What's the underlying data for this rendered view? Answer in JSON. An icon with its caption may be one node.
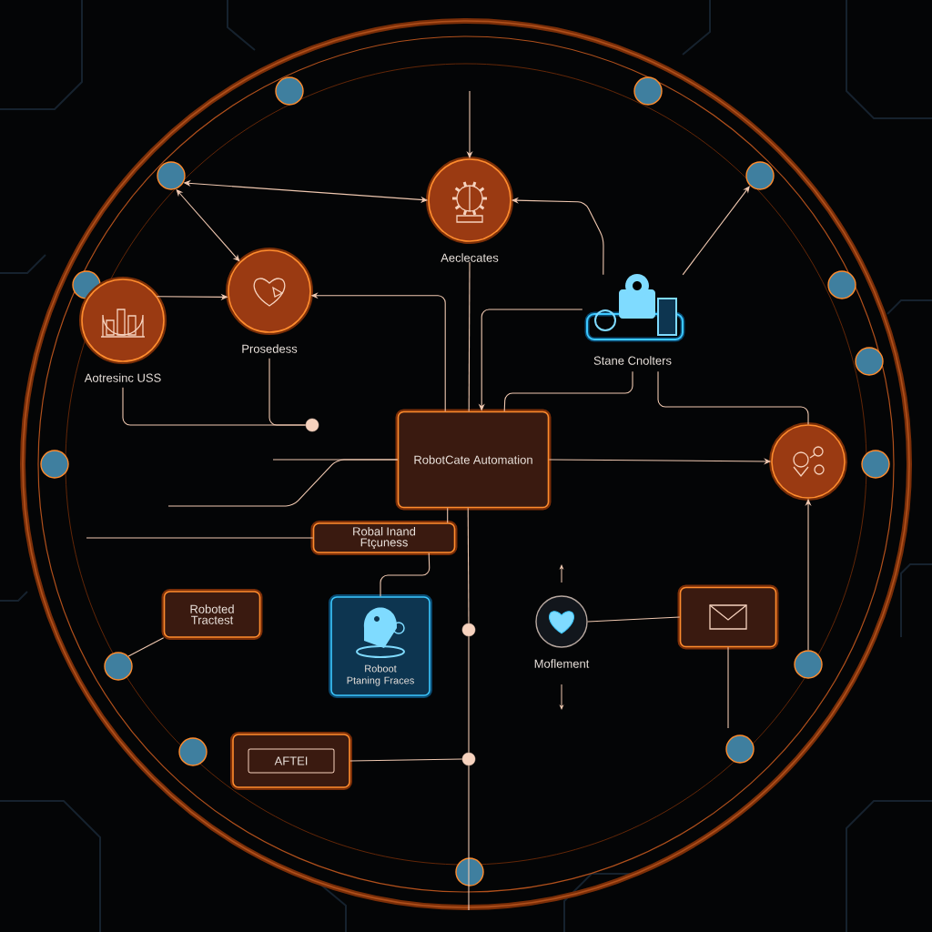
{
  "diagram": {
    "nodes": [
      {
        "text": [
          "Aeclecates"
        ]
      },
      {
        "text": [
          "Prosedess"
        ]
      },
      {
        "text": [
          "Aotresinc USS"
        ]
      },
      {
        "text": [
          "Stane Cnolters"
        ]
      },
      {
        "text": [
          "RobotCate Automation"
        ]
      },
      {
        "text": [],
        "shape": "circle"
      },
      {
        "text": [
          "Robal Inand Ftçuness"
        ]
      },
      {
        "text": [
          "Roboted Tractest"
        ]
      },
      {
        "text": [
          "Roboot Ptaning Fraces"
        ]
      },
      {
        "text": [
          "Moflement"
        ]
      },
      {
        "text": [],
        "shape": "box"
      },
      {
        "text": [
          "AFTEI"
        ]
      },
      {
        "text": [],
        "shape": "circle"
      },
      {
        "text": [],
        "shape": "circle"
      },
      {
        "text": [],
        "shape": "circle"
      },
      {
        "text": [],
        "shape": "circle"
      },
      {
        "text": [],
        "shape": "circle"
      },
      {
        "text": [],
        "shape": "circle"
      },
      {
        "text": [],
        "shape": "circle"
      }
    ],
    "edges": [
      {
        "from": null,
        "to": 0,
        "arrow": "to"
      },
      {
        "from": 12,
        "to": 0,
        "arrow": "both"
      },
      {
        "from": 12,
        "to": 1,
        "arrow": "both"
      },
      {
        "from": 2,
        "to": 1,
        "arrow": "to"
      },
      {
        "from": 4,
        "to": 1,
        "arrow": "to"
      },
      {
        "from": 0,
        "to": 4,
        "arrow": "none"
      },
      {
        "from": 3,
        "to": 4,
        "arrow": "to"
      },
      {
        "from": 3,
        "to": 0,
        "arrow": "to"
      },
      {
        "from": 3,
        "to": 13,
        "arrow": "to"
      },
      {
        "from": 3,
        "to": 4,
        "arrow": "none"
      },
      {
        "from": 3,
        "to": 5,
        "arrow": "none"
      },
      {
        "from": 4,
        "to": 5,
        "arrow": "to"
      },
      {
        "from": 15,
        "to": 5,
        "arrow": "to"
      },
      {
        "from": 2,
        "to": 16,
        "arrow": "none"
      },
      {
        "from": 1,
        "to": 16,
        "arrow": "none"
      },
      {
        "from": 4,
        "to": null,
        "arrow": "none"
      },
      {
        "from": 4,
        "to": null,
        "arrow": "none"
      },
      {
        "from": 6,
        "to": null,
        "arrow": "none"
      },
      {
        "from": 4,
        "to": 6,
        "arrow": "none"
      },
      {
        "from": 6,
        "to": 8,
        "arrow": "none"
      },
      {
        "from": 4,
        "to": 17,
        "arrow": "none"
      },
      {
        "from": 17,
        "to": 18,
        "arrow": "none"
      },
      {
        "from": 18,
        "to": null,
        "arrow": "none"
      },
      {
        "from": 11,
        "to": 18,
        "arrow": "none"
      },
      {
        "from": 7,
        "to": 14,
        "arrow": "none"
      },
      {
        "from": 9,
        "to": 10,
        "arrow": "none"
      },
      {
        "from": 10,
        "to": null,
        "arrow": "none"
      }
    ]
  }
}
